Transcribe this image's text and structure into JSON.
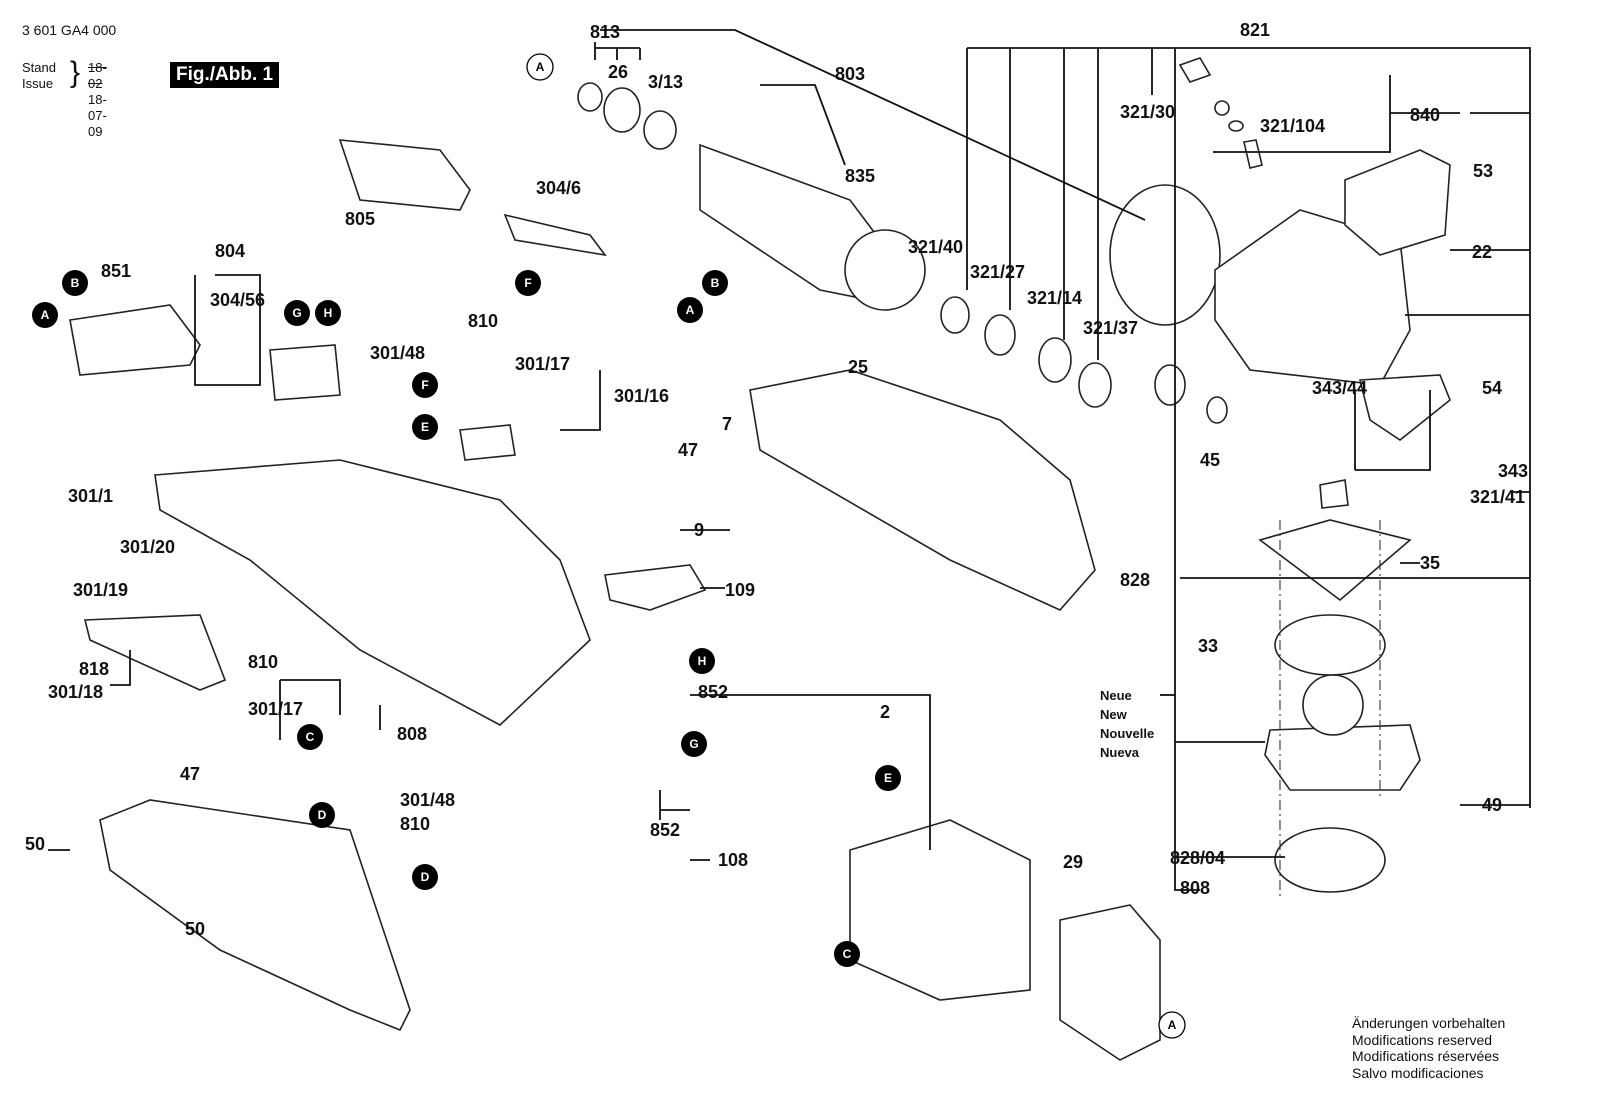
{
  "header": {
    "document_number": "3 601 GA4 000",
    "stand_label": "Stand",
    "issue_label": "Issue",
    "stand_old": "18-02",
    "issue_date": "18-07-09",
    "figure_label": "Fig./Abb. 1"
  },
  "notice": [
    "Änderungen vorbehalten",
    "Modifications reserved",
    "Modifications réservées",
    "Salvo modificaciones"
  ],
  "part_labels": [
    "813",
    "26",
    "3/13",
    "803",
    "835",
    "805",
    "304/6",
    "821",
    "321/30",
    "840",
    "321/104",
    "53",
    "22",
    "321/40",
    "321/27",
    "321/14",
    "321/37",
    "804",
    "851",
    "304/56",
    "810",
    "301/48",
    "301/17",
    "301/16",
    "25",
    "7",
    "47",
    "54",
    "343/44",
    "343",
    "45",
    "321/41",
    "35",
    "301/1",
    "301/20",
    "301/19",
    "9",
    "109",
    "828",
    "33",
    "818",
    "301/18",
    "852",
    "2",
    "49",
    "828/04",
    "29",
    "108",
    "808",
    "50"
  ],
  "new_gear_caption": [
    "Neue",
    "New",
    "Nouvelle",
    "Nueva"
  ],
  "connector_markers": [
    "A",
    "B",
    "C",
    "D",
    "E",
    "F",
    "G",
    "H"
  ]
}
